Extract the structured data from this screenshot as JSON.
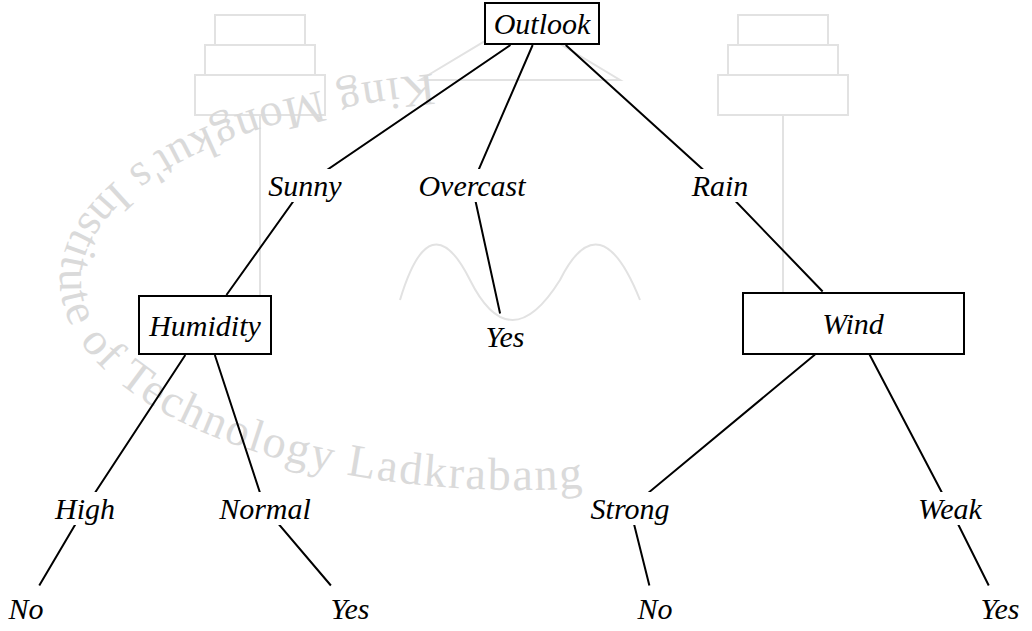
{
  "diagram": {
    "nodes": [
      {
        "text": [
          "Outlook"
        ]
      },
      {
        "text": [
          "Humidity"
        ]
      },
      {
        "text": [
          "Yes"
        ]
      },
      {
        "text": [
          "Wind"
        ]
      },
      {
        "text": [
          "No"
        ]
      },
      {
        "text": [
          "Yes"
        ]
      },
      {
        "text": [
          "No"
        ]
      },
      {
        "text": [
          "Yes"
        ]
      }
    ],
    "edges": [
      {
        "from": 0,
        "to": 1,
        "label": "Sunny",
        "arrow": "none"
      },
      {
        "from": 0,
        "to": 2,
        "label": "Overcast",
        "arrow": "none"
      },
      {
        "from": 0,
        "to": 3,
        "label": "Rain",
        "arrow": "none"
      },
      {
        "from": 1,
        "to": 4,
        "label": "High",
        "arrow": "none"
      },
      {
        "from": 1,
        "to": 5,
        "label": "Normal",
        "arrow": "none"
      },
      {
        "from": 3,
        "to": 6,
        "label": "Strong",
        "arrow": "none"
      },
      {
        "from": 3,
        "to": 7,
        "label": "Weak",
        "arrow": "none"
      }
    ],
    "labels": [
      "King Mongkut's Institute of Technology Ladkrabang"
    ]
  }
}
